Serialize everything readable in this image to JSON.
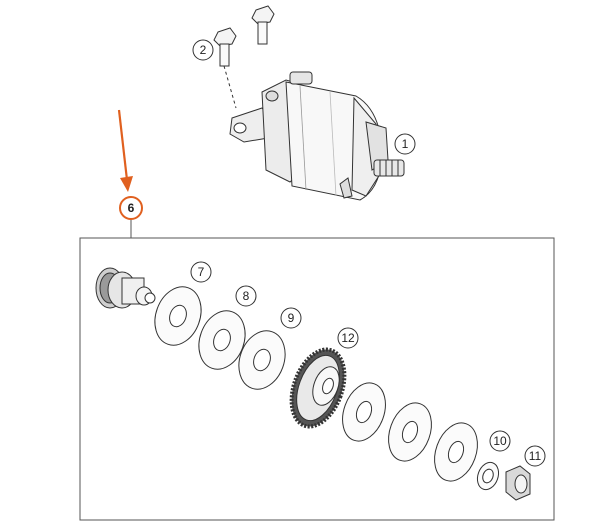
{
  "colors": {
    "line": "#333333",
    "fill_light": "#f2f2f2",
    "fill_mid": "#d9d9d9",
    "highlight": "#e0601f",
    "frame": "#555555"
  },
  "callouts": {
    "c1": "1",
    "c2": "2",
    "c6": "6",
    "c7": "7",
    "c8": "8",
    "c9": "9",
    "c10": "10",
    "c11": "11",
    "c12": "12"
  }
}
